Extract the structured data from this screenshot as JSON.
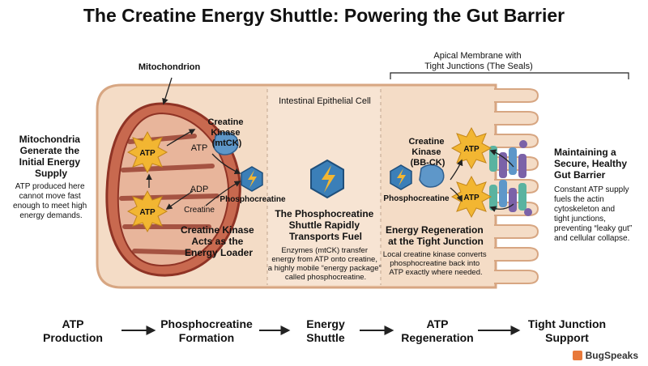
{
  "title": "The Creatine Energy Shuttle: Powering the Gut Barrier",
  "labels": {
    "mitochondrion": "Mitochondrion",
    "cell": "Intestinal Epithelial Cell",
    "membrane_line1": "Apical Membrane with",
    "membrane_line2": "Tight Junctions (The Seals)"
  },
  "left_note": {
    "heading": [
      "Mitochondria",
      "Generate the",
      "Initial Energy",
      "Supply"
    ],
    "body": [
      "ATP produced here",
      "cannot move fast",
      "enough to meet high",
      "energy demands."
    ]
  },
  "right_note": {
    "heading": [
      "Maintaining a",
      "Secure, Healthy",
      "Gut Barrier"
    ],
    "body": [
      "Constant ATP supply",
      "fuels the actin",
      "cytoskeleton and",
      "tight junctions,",
      "preventing “leaky gut”",
      "and cellular collapse."
    ]
  },
  "molecules": {
    "atp": "ATP",
    "adp": "ADP",
    "creatine": "Creatine",
    "phosphocreatine": "Phosphocreatine",
    "mtck": [
      "Creatine",
      "Kinase",
      "(mtCK)"
    ],
    "bbck": [
      "Creatine",
      "Kinase",
      "(BB-CK)"
    ]
  },
  "panel1": {
    "heading": [
      "Creatine Kinase",
      "Acts as the",
      "Energy Loader"
    ]
  },
  "panel2": {
    "heading": [
      "The Phosphocreatine",
      "Shuttle Rapidly",
      "Transports Fuel"
    ],
    "body": [
      "Enzymes (mtCK) transfer",
      "energy from ATP onto creatine,",
      "a highly mobile “energy package”",
      "called phosphocreatine."
    ]
  },
  "panel3": {
    "heading": [
      "Energy Regeneration",
      "at the Tight Junction"
    ],
    "body": [
      "Local creatine kinase converts",
      "phosphocreatine back into",
      "ATP exactly where needed."
    ]
  },
  "flow": [
    [
      "ATP",
      "Production"
    ],
    [
      "Phosphocreatine",
      "Formation"
    ],
    [
      "Energy",
      "Shuttle"
    ],
    [
      "ATP",
      "Regeneration"
    ],
    [
      "Tight Junction",
      "Support"
    ]
  ],
  "brand": "BugSpeaks",
  "colors": {
    "cell_fill": "#f4dcc6",
    "membrane": "#d7a682",
    "mito_outer": "#b55a42",
    "mito_inner": "#8f3325",
    "atp_star": "#f2b632",
    "kinase_blue": "#5e97c9",
    "pcr_hex": "#3b7fb8"
  }
}
